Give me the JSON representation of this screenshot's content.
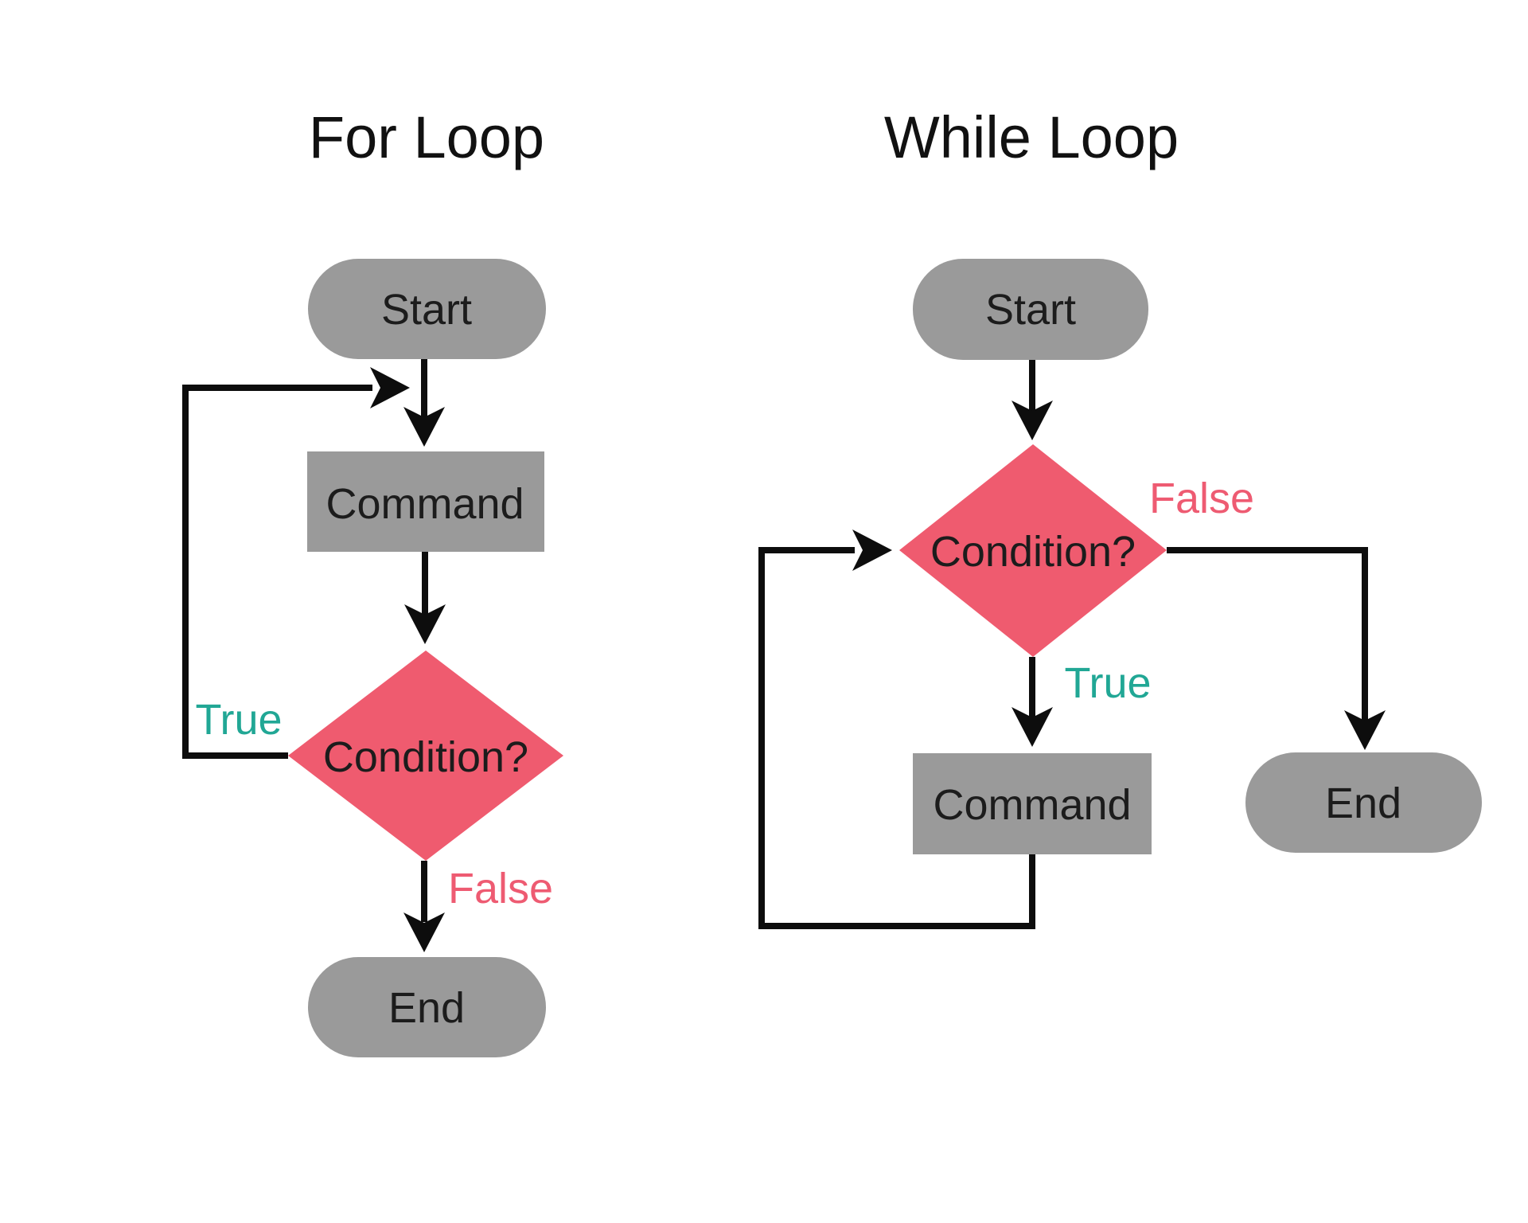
{
  "colors": {
    "background": "#ffffff",
    "node_fill": "#9a9a9a",
    "decision_fill": "#ef5b6f",
    "arrow": "#0d0d0d",
    "node_text": "#1c1c1c",
    "title_text": "#111111",
    "true_label": "#21a795",
    "false_label": "#ee5b72"
  },
  "for_loop": {
    "title": "For Loop",
    "start": "Start",
    "command": "Command",
    "condition": "Condition?",
    "end": "End",
    "true_label": "True",
    "false_label": "False"
  },
  "while_loop": {
    "title": "While Loop",
    "start": "Start",
    "command": "Command",
    "condition": "Condition?",
    "end": "End",
    "true_label": "True",
    "false_label": "False"
  }
}
